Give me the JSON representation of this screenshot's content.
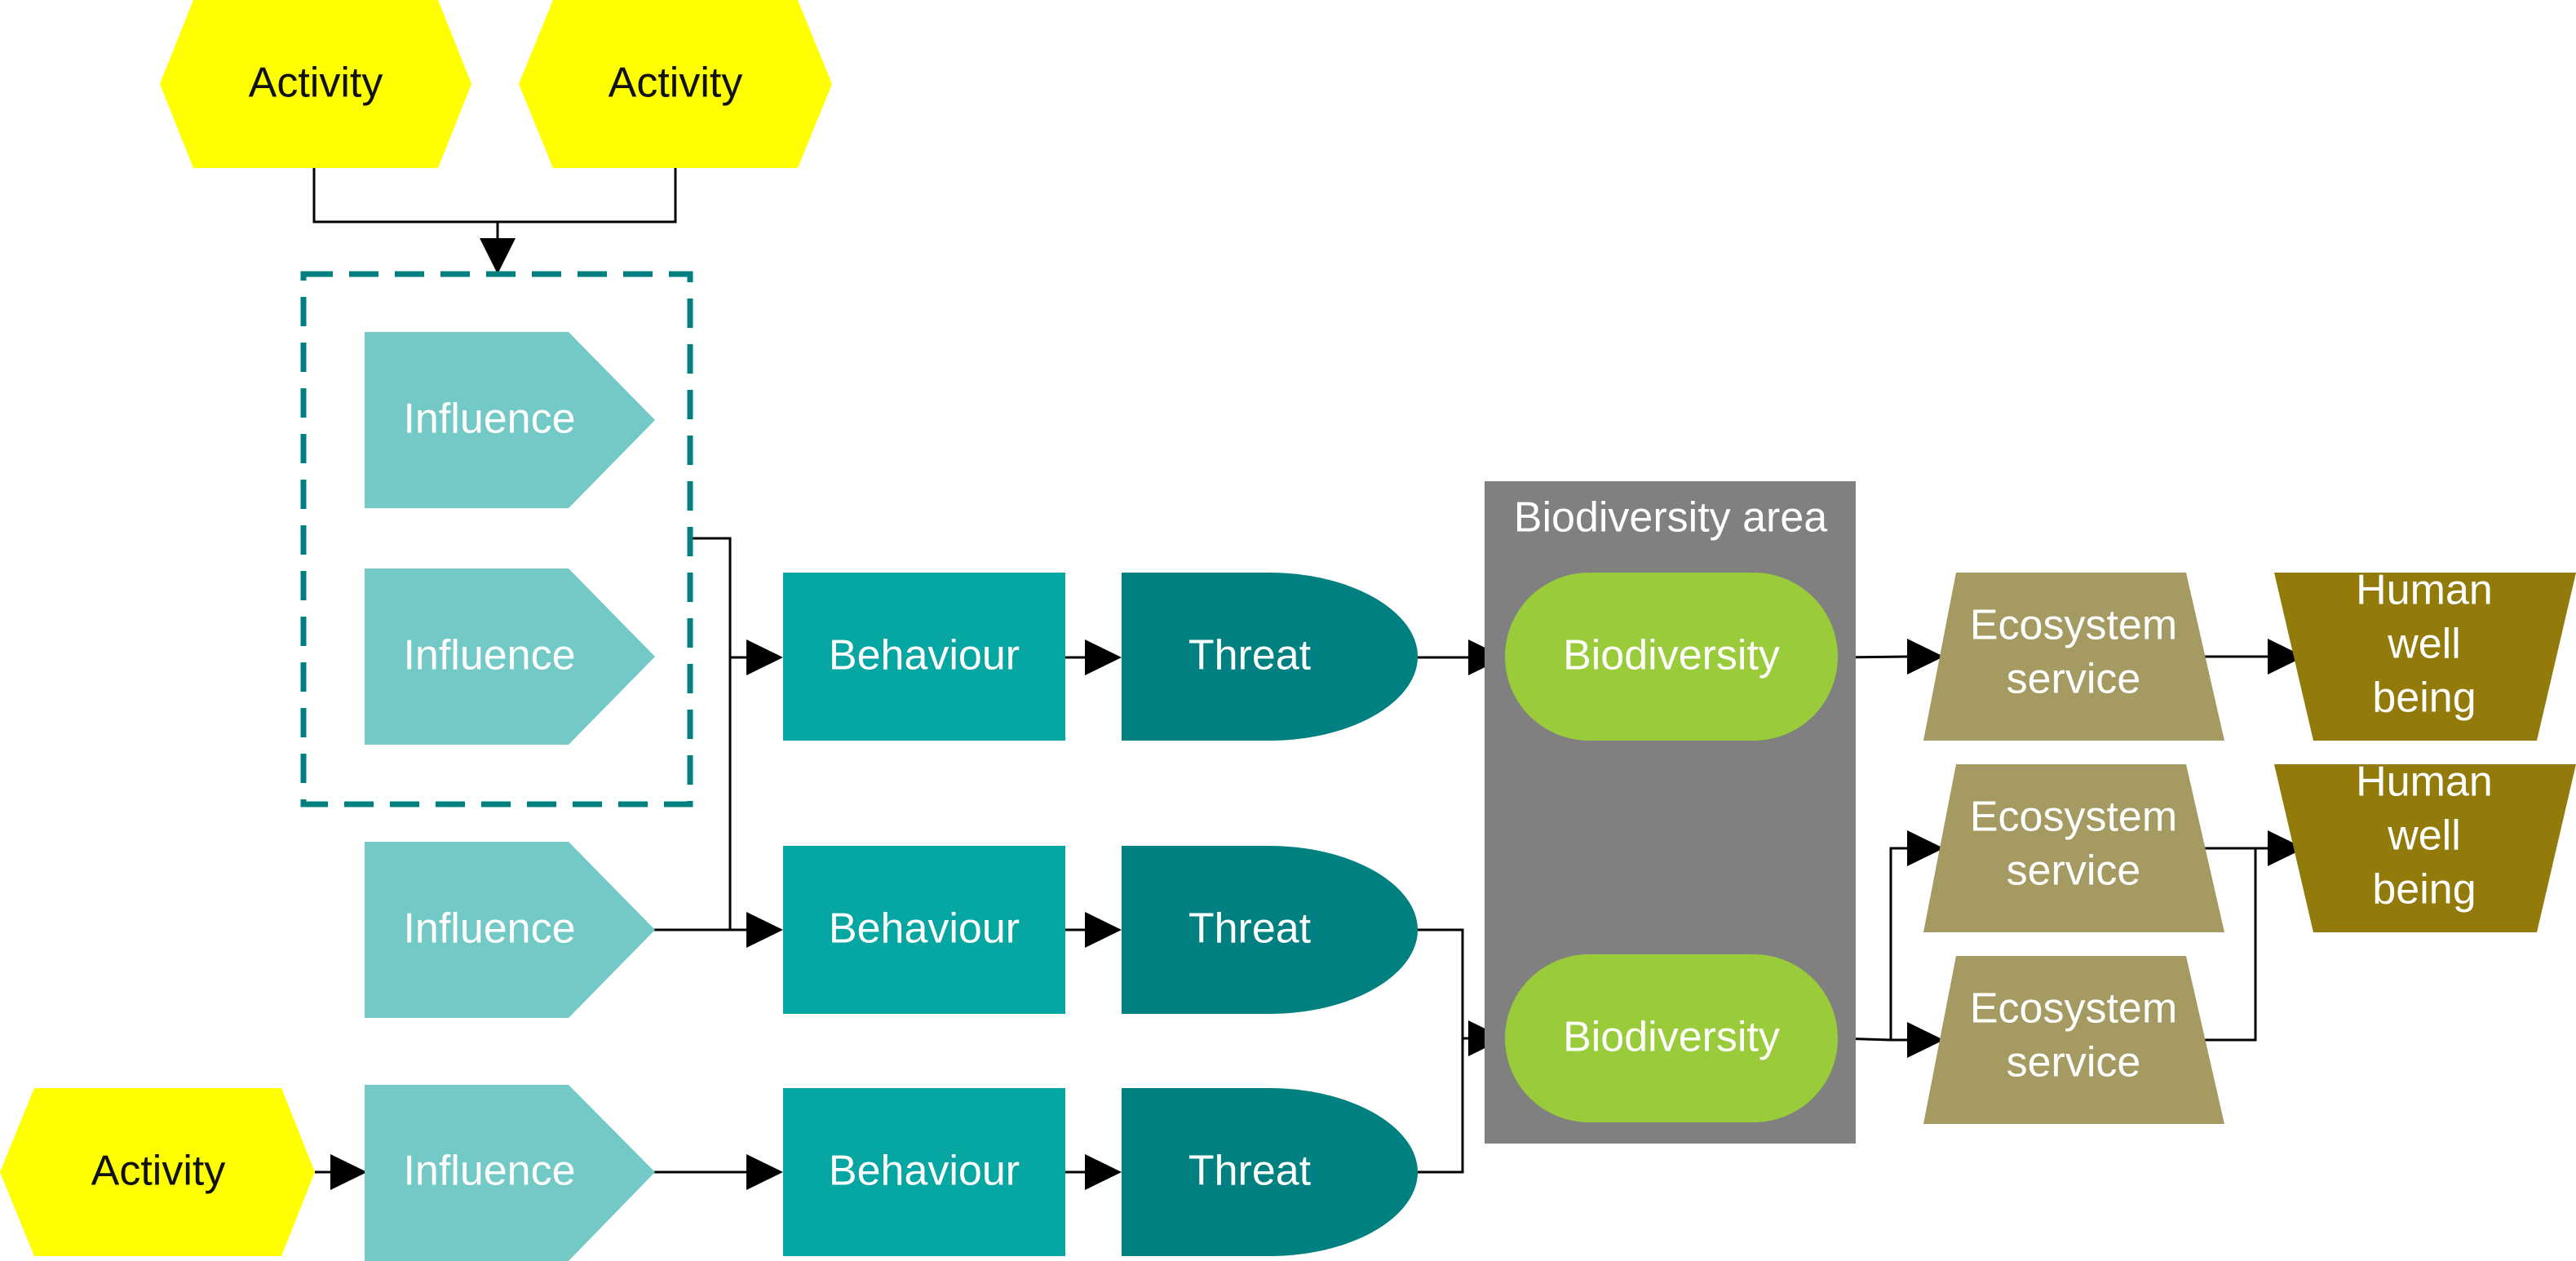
{
  "colors": {
    "activity": "#ffff00",
    "influence": "#72c9c6",
    "behaviour": "#06a6a2",
    "threat": "#008080",
    "biodiversity": "#9acb3a",
    "biodiversity_area": "#808080",
    "ecosystem_service": "#a59b62",
    "human_well_being": "#927a0b",
    "group_border": "#008080"
  },
  "nodes": {
    "activity_1": {
      "label": "Activity"
    },
    "activity_2": {
      "label": "Activity"
    },
    "activity_3": {
      "label": "Activity"
    },
    "influence_1": {
      "label": "Influence"
    },
    "influence_2": {
      "label": "Influence"
    },
    "influence_3": {
      "label": "Influence"
    },
    "influence_4": {
      "label": "Influence"
    },
    "behaviour_1": {
      "label": "Behaviour"
    },
    "behaviour_2": {
      "label": "Behaviour"
    },
    "behaviour_3": {
      "label": "Behaviour"
    },
    "threat_1": {
      "label": "Threat"
    },
    "threat_2": {
      "label": "Threat"
    },
    "threat_3": {
      "label": "Threat"
    },
    "biodiversity_area": {
      "label": "Biodiversity area"
    },
    "biodiversity_1": {
      "label": "Biodiversity"
    },
    "biodiversity_2": {
      "label": "Biodiversity"
    },
    "ecosystem_service_1": {
      "line1": "Ecosystem",
      "line2": "service"
    },
    "ecosystem_service_2": {
      "line1": "Ecosystem",
      "line2": "service"
    },
    "ecosystem_service_3": {
      "line1": "Ecosystem",
      "line2": "service"
    },
    "human_well_being_1": {
      "line1": "Human",
      "line2": "well",
      "line3": "being"
    },
    "human_well_being_2": {
      "line1": "Human",
      "line2": "well",
      "line3": "being"
    }
  }
}
